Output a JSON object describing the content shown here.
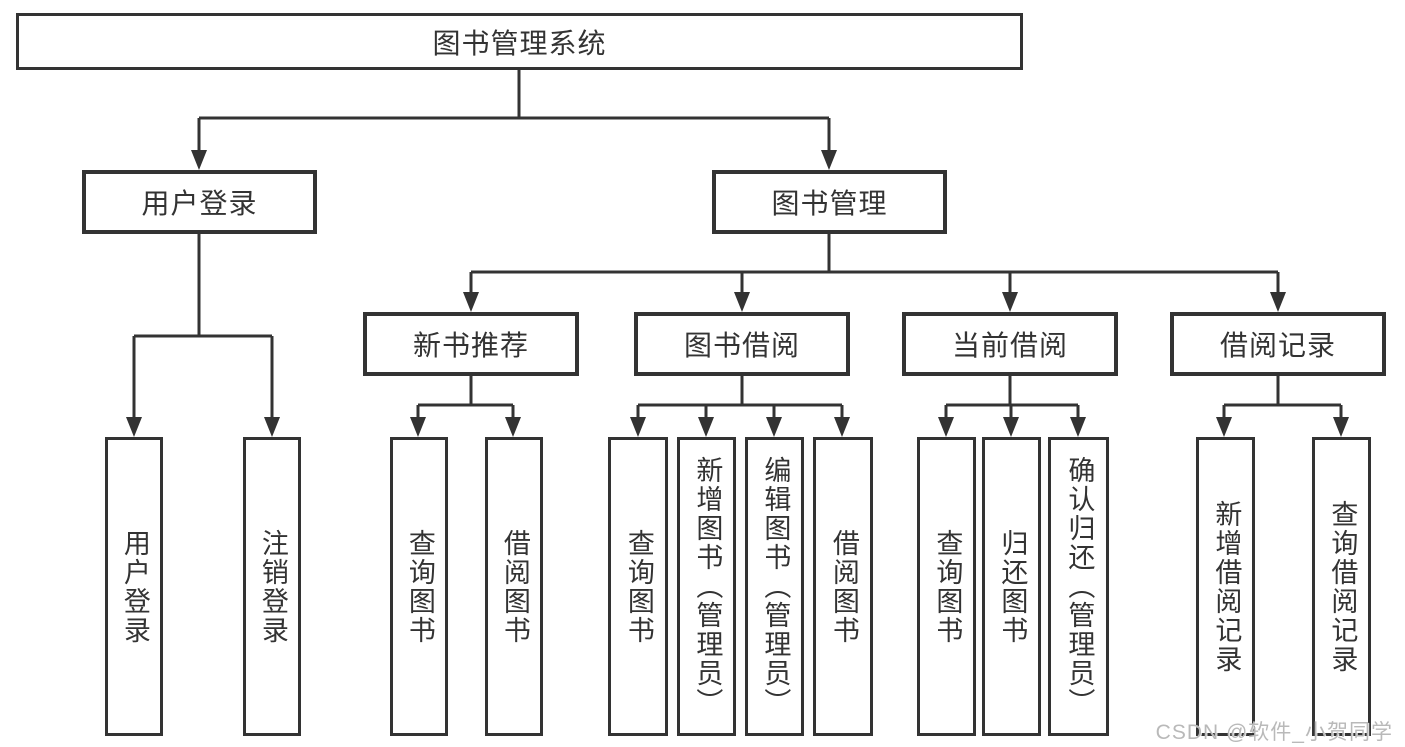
{
  "diagram_title": "图书管理系统",
  "colors": {
    "line": "#333333",
    "text": "#333333",
    "background": "#ffffff",
    "watermark_text_color": "#b9b9b9"
  },
  "tree": {
    "label": "图书管理系统",
    "children": [
      {
        "label": "用户登录",
        "children": [
          {
            "label": "用户登录"
          },
          {
            "label": "注销登录"
          }
        ]
      },
      {
        "label": "图书管理",
        "children": [
          {
            "label": "新书推荐",
            "children": [
              {
                "label": "查询图书"
              },
              {
                "label": "借阅图书"
              }
            ]
          },
          {
            "label": "图书借阅",
            "children": [
              {
                "label": "查询图书"
              },
              {
                "label": "新增图书（管理员）"
              },
              {
                "label": "编辑图书（管理员）"
              },
              {
                "label": "借阅图书"
              }
            ]
          },
          {
            "label": "当前借阅",
            "children": [
              {
                "label": "查询图书"
              },
              {
                "label": "归还图书"
              },
              {
                "label": "确认归还（管理员）"
              }
            ]
          },
          {
            "label": "借阅记录",
            "children": [
              {
                "label": "新增借阅记录"
              },
              {
                "label": "查询借阅记录"
              }
            ]
          }
        ]
      }
    ]
  },
  "watermark": {
    "text": "CSDN @软件_小贺同学"
  }
}
